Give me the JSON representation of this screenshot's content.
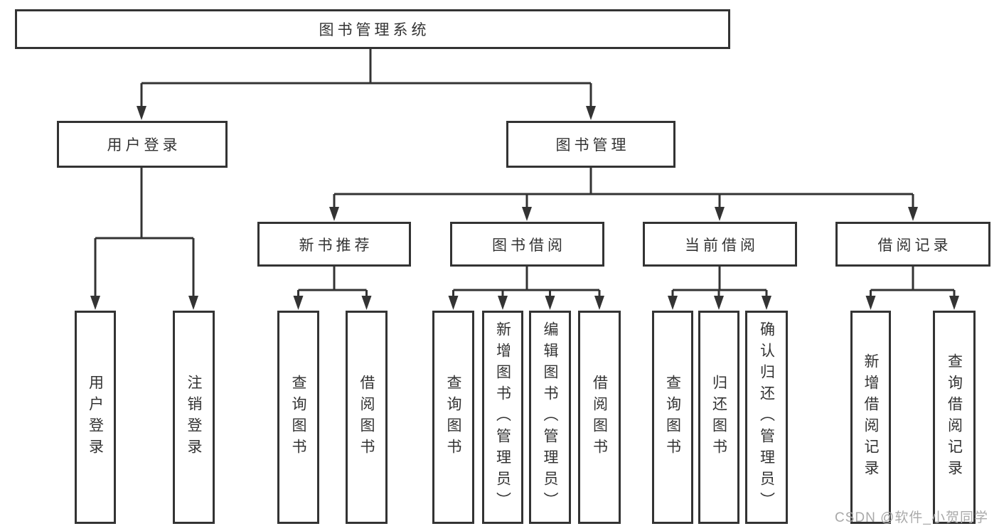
{
  "tree": {
    "label": "图书管理系统",
    "children": [
      {
        "label": "用户登录",
        "children": [
          {
            "label": "用户登录"
          },
          {
            "label": "注销登录"
          }
        ]
      },
      {
        "label": "图书管理",
        "children": [
          {
            "label": "新书推荐",
            "children": [
              {
                "label": "查询图书"
              },
              {
                "label": "借阅图书"
              }
            ]
          },
          {
            "label": "图书借阅",
            "children": [
              {
                "label": "查询图书"
              },
              {
                "label": "新增图书（管理员）"
              },
              {
                "label": "编辑图书（管理员）"
              },
              {
                "label": "借阅图书"
              }
            ]
          },
          {
            "label": "当前借阅",
            "children": [
              {
                "label": "查询图书"
              },
              {
                "label": "归还图书"
              },
              {
                "label": "确认归还（管理员）"
              }
            ]
          },
          {
            "label": "借阅记录",
            "children": [
              {
                "label": "新增借阅记录"
              },
              {
                "label": "查询借阅记录"
              }
            ]
          }
        ]
      }
    ]
  },
  "watermark": {
    "text": "CSDN @软件_小贺同学"
  },
  "colors": {
    "line": "#333333",
    "text": "#333333",
    "box_background": "#ffffff",
    "page_background": "#ffffff",
    "watermark": "#a9a9a9"
  }
}
